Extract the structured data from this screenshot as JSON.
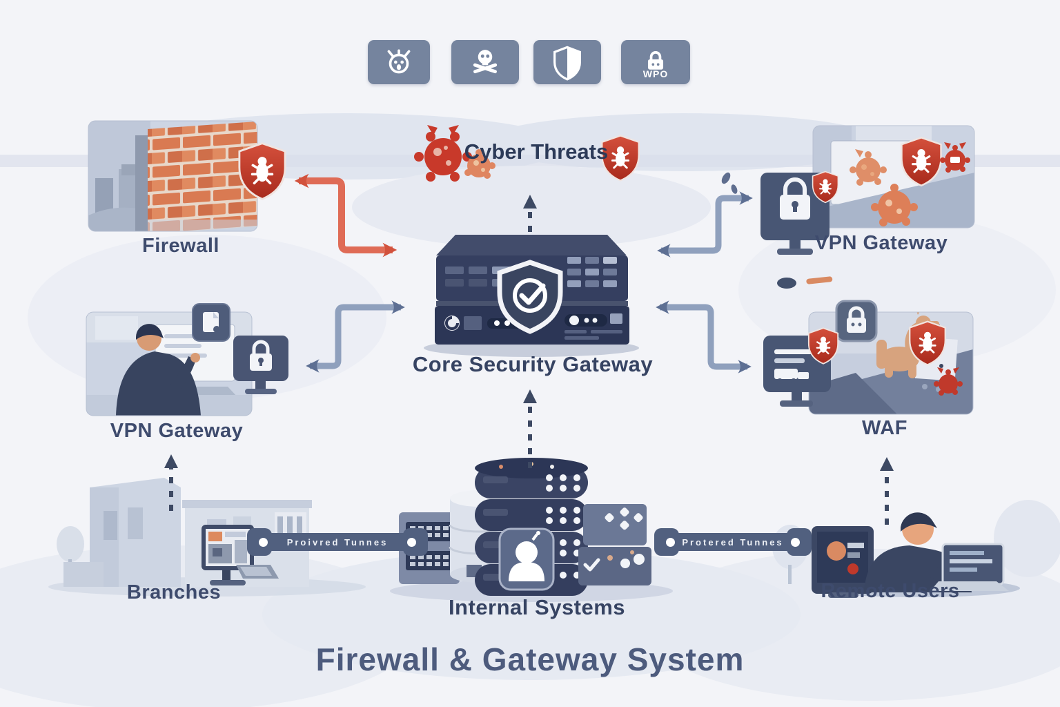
{
  "title": "Firewall & Gateway System",
  "threat_bar": {
    "badges": [
      {
        "icon": "virus-icon"
      },
      {
        "icon": "skull-crossbones-icon"
      },
      {
        "icon": "shield-icon"
      },
      {
        "icon": "padlock-icon",
        "caption": "WPO"
      }
    ]
  },
  "cyber_threats": {
    "label": "Cyber Threats"
  },
  "nodes": {
    "firewall": {
      "label": "Firewall"
    },
    "vpn_gateway_left": {
      "label": "VPN Gateway"
    },
    "branches": {
      "label": "Branches"
    },
    "core_gateway": {
      "label": "Core Security Gateway"
    },
    "internal_systems": {
      "label": "Internal Systems"
    },
    "vpn_gateway_right": {
      "label": "VPN Gateway"
    },
    "waf": {
      "label": "WAF"
    },
    "remote_users": {
      "label": "Remote Users"
    }
  },
  "tunnels": {
    "left": {
      "label": "Proivred Tunnes"
    },
    "right": {
      "label": "Protered Tunnes"
    }
  },
  "colors": {
    "background": "#f3f4f8",
    "navy": "#333d5d",
    "slate_badge": "#75849e",
    "label_text": "#3e4b6d",
    "title_text": "#4d5b7d",
    "threat_red": "#c8392a",
    "arrow_red": "#df6b56",
    "arrow_gray": "#8fa0bd",
    "brick_orange": "#d97a52"
  }
}
